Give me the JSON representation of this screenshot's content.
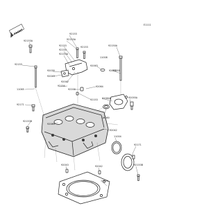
{
  "page_code": "E1111",
  "front_indicator": {
    "label": "FRONT",
    "icon": "front-arrow-icon"
  },
  "parts": [
    {
      "id": "p1",
      "label": "92153A"
    },
    {
      "id": "p2",
      "label": "92153"
    },
    {
      "id": "p3",
      "label": "92153A"
    },
    {
      "id": "p4",
      "label": "92153"
    },
    {
      "id": "p5",
      "label": "92154"
    },
    {
      "id": "p6",
      "label": "92153A"
    },
    {
      "id": "p7",
      "label": "92153"
    },
    {
      "id": "p8",
      "label": "11008"
    },
    {
      "id": "p9",
      "label": "92153"
    },
    {
      "id": "p10",
      "label": "92055"
    },
    {
      "id": "p11",
      "label": "92150A"
    },
    {
      "id": "p12",
      "label": "92039"
    },
    {
      "id": "p13",
      "label": "92043"
    },
    {
      "id": "p14",
      "label": "92063"
    },
    {
      "id": "p15",
      "label": "92055"
    },
    {
      "id": "p16",
      "label": "92042"
    },
    {
      "id": "p17",
      "label": "92154"
    },
    {
      "id": "p18",
      "label": "92200"
    },
    {
      "id": "p19",
      "label": "11065"
    },
    {
      "id": "p20",
      "label": "92153"
    },
    {
      "id": "p21",
      "label": "92064"
    },
    {
      "id": "p22",
      "label": "92064A"
    },
    {
      "id": "p23",
      "label": "92055A"
    },
    {
      "id": "p24",
      "label": "16060"
    },
    {
      "id": "p25",
      "label": "92171"
    },
    {
      "id": "p26",
      "label": "92153B"
    },
    {
      "id": "p27",
      "label": "92043"
    },
    {
      "id": "p28",
      "label": "92042"
    },
    {
      "id": "p29",
      "label": "11004"
    }
  ]
}
